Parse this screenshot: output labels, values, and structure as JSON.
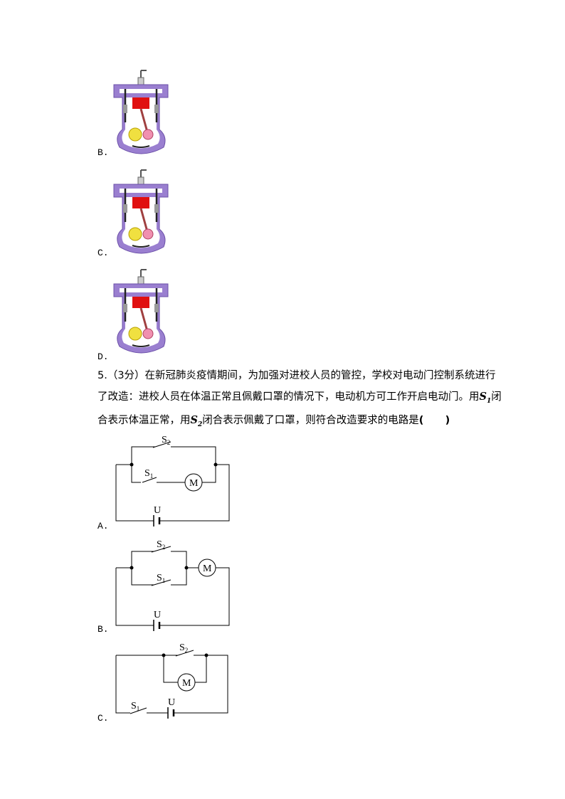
{
  "options_q4": [
    {
      "label": "B."
    },
    {
      "label": "C."
    },
    {
      "label": "D."
    }
  ],
  "question5": {
    "lines": [
      "5.（3分）在新冠肺炎疫情期间，为加强对进校人员的管控，学校对电动门控制系统进行",
      "了改造：进校人员在体温正常且佩戴口罩的情况下，电动机方可工作开启电动门。用",
      "合表示体温正常，用",
      "闭合表示佩戴了口罩，则符合改造要求的电路是"
    ],
    "s1": "S",
    "s1_sub": "1",
    "s1_after": "闭",
    "s2": "S",
    "s2_sub": "2",
    "bracket": "(      )"
  },
  "circuits": [
    {
      "label": "A.",
      "s1": "S",
      "s1_sub": "1",
      "s2": "S",
      "s2_sub": "2",
      "motor": "M",
      "source": "U"
    },
    {
      "label": "B.",
      "s1": "S",
      "s1_sub": "1",
      "s2": "S",
      "s2_sub": "2",
      "motor": "M",
      "source": "U"
    },
    {
      "label": "C.",
      "s1": "S",
      "s1_sub": "1",
      "s2": "S",
      "s2_sub": "2",
      "motor": "M",
      "source": "U"
    }
  ]
}
